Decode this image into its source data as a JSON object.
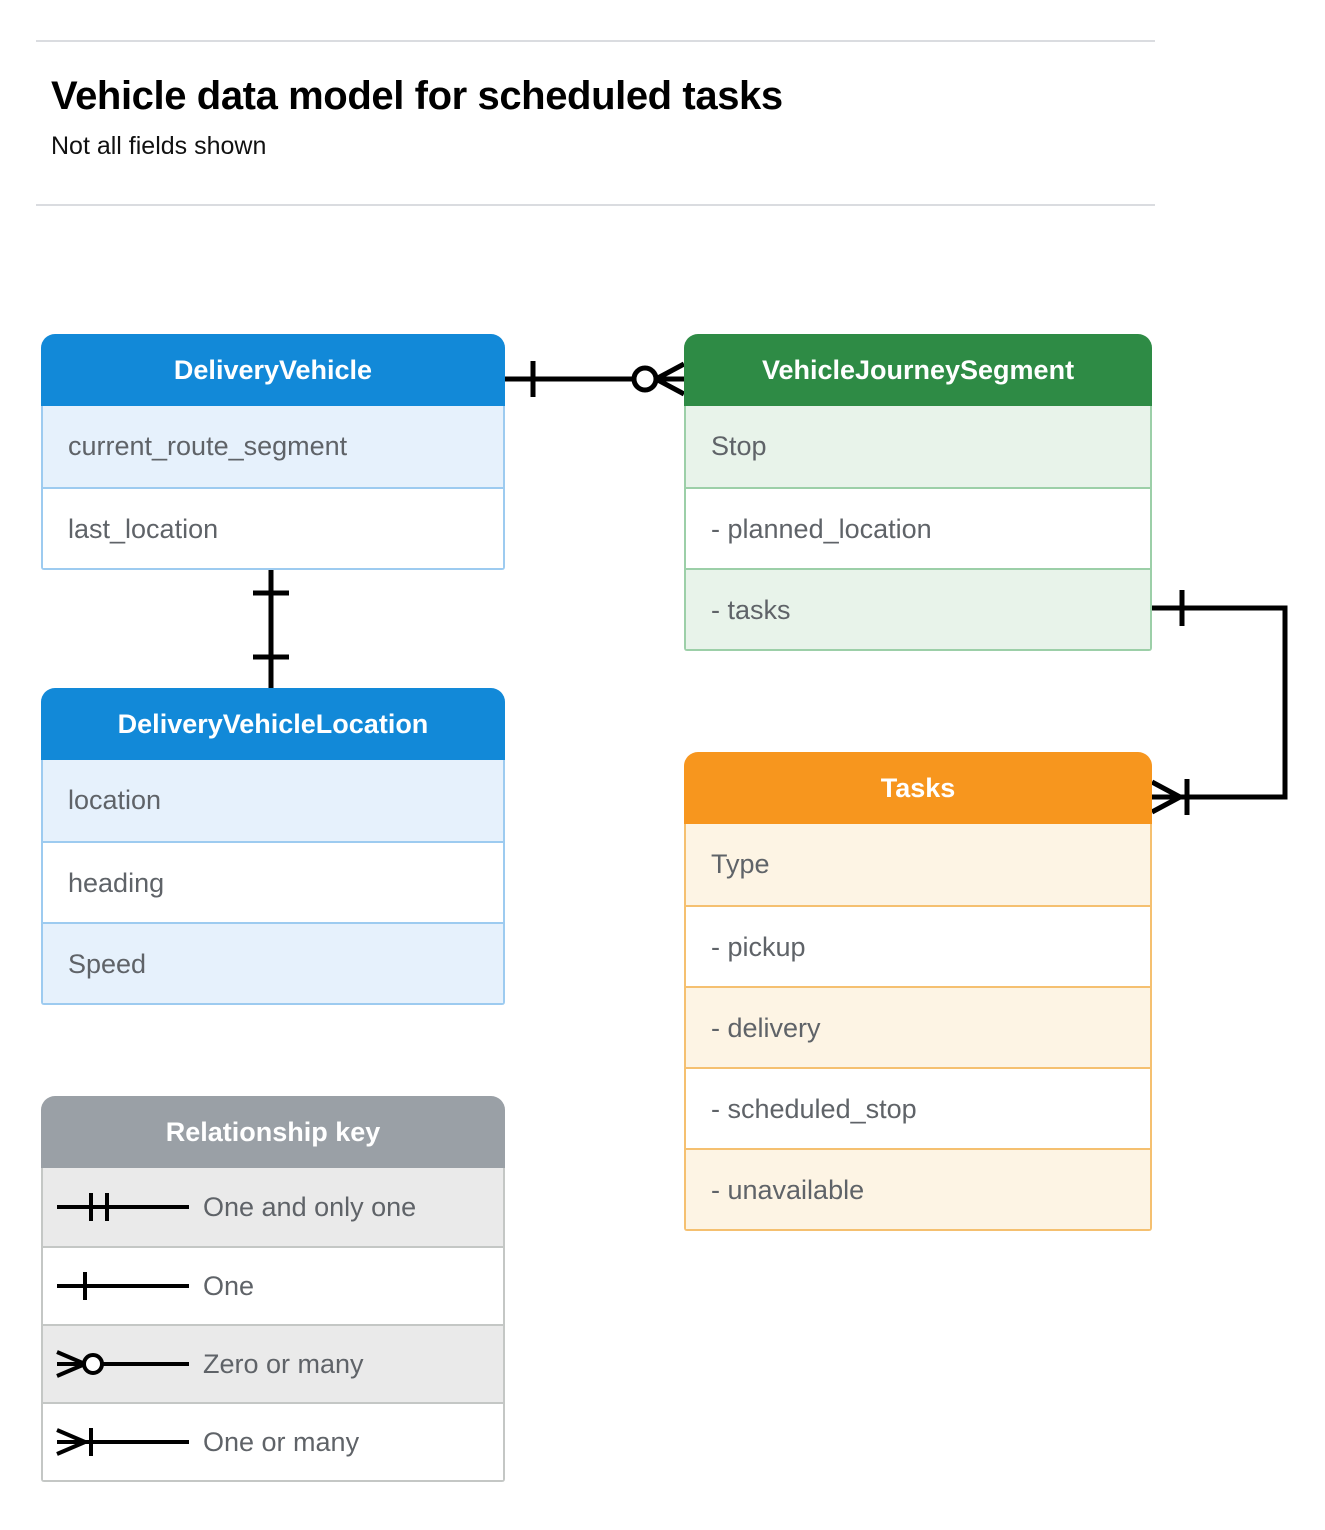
{
  "header": {
    "title": "Vehicle data model for scheduled tasks",
    "subtitle": "Not all fields shown"
  },
  "entities": [
    {
      "id": "delivery-vehicle",
      "name": "DeliveryVehicle",
      "color": "#1289d8",
      "fields": [
        "current_route_segment",
        "last_location"
      ]
    },
    {
      "id": "delivery-vehicle-location",
      "name": "DeliveryVehicleLocation",
      "color": "#1289d8",
      "fields": [
        "location",
        "heading",
        "Speed"
      ]
    },
    {
      "id": "vehicle-journey-segment",
      "name": "VehicleJourneySegment",
      "color": "#2e8b45",
      "fields": [
        "Stop",
        "-  planned_location",
        "- tasks"
      ]
    },
    {
      "id": "tasks",
      "name": "Tasks",
      "color": "#f7961e",
      "fields": [
        "Type",
        "-  pickup",
        "-  delivery",
        "-  scheduled_stop",
        "-  unavailable"
      ]
    }
  ],
  "legend": {
    "title": "Relationship key",
    "header_color": "#9aa0a6",
    "items": [
      {
        "symbol": "one-and-only-one-icon",
        "label": "One and only one"
      },
      {
        "symbol": "one-icon",
        "label": "One"
      },
      {
        "symbol": "zero-or-many-icon",
        "label": "Zero or many"
      },
      {
        "symbol": "one-or-many-icon",
        "label": "One or many"
      }
    ]
  },
  "relationships": [
    {
      "id": "deliveryvehicle-to-journeysegment",
      "from": "DeliveryVehicle",
      "to": "VehicleJourneySegment",
      "from_cardinality": "One",
      "to_cardinality": "Zero or many"
    },
    {
      "id": "deliveryvehicle-to-vehiclelocation",
      "from": "DeliveryVehicle",
      "to": "DeliveryVehicleLocation",
      "from_cardinality": "One",
      "to_cardinality": "One"
    },
    {
      "id": "journeysegment-tasks-to-tasks",
      "from": "VehicleJourneySegment.tasks",
      "to": "Tasks",
      "from_cardinality": "One",
      "to_cardinality": "One or many"
    }
  ]
}
